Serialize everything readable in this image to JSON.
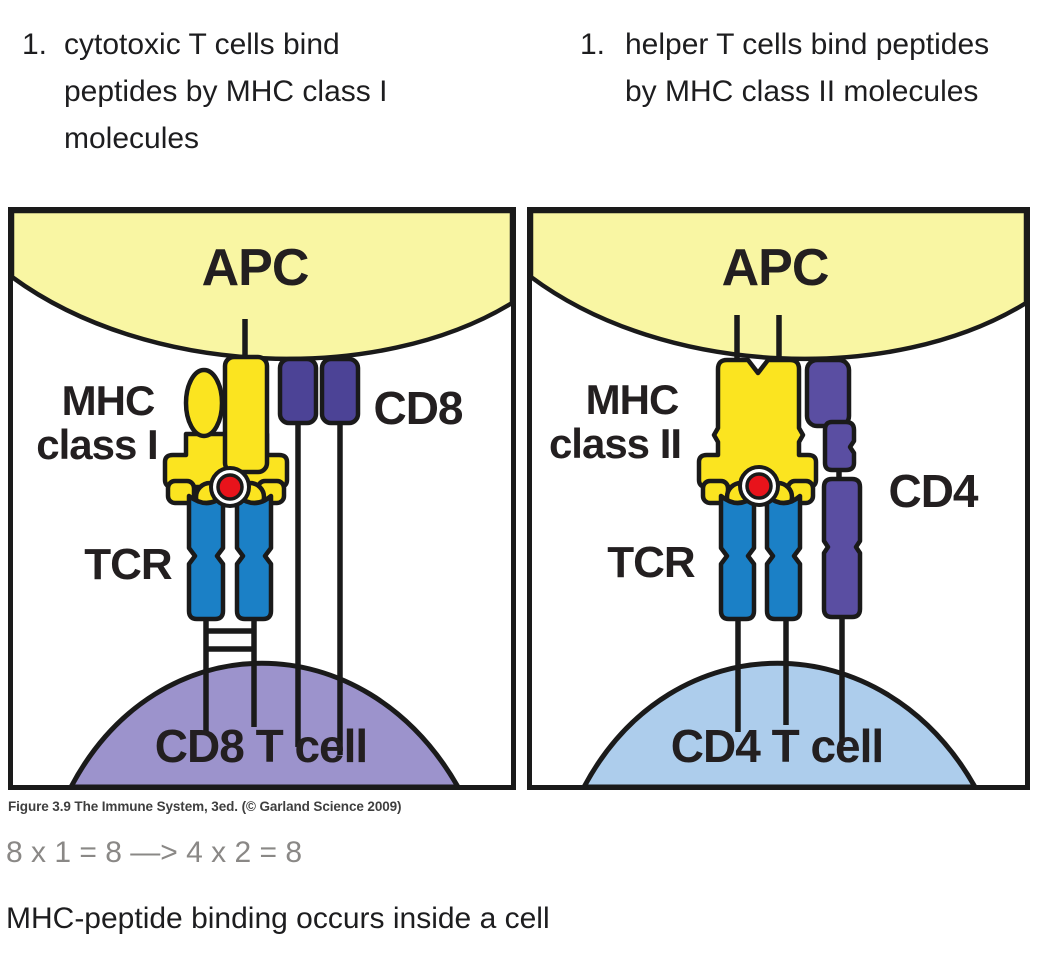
{
  "notes": {
    "left": {
      "marker": "1.",
      "text": "cytotoxic T cells bind peptides by MHC class I molecules"
    },
    "right": {
      "marker": "1.",
      "text": "helper T cells bind peptides by MHC class II molecules"
    }
  },
  "figure": {
    "caption": "Figure 3.9 The Immune System, 3ed. (© Garland Science 2009)",
    "colors": {
      "outline": "#1a1a1a",
      "apc_fill": "#f9f6a3",
      "mhc_yellow": "#fbe420",
      "tcr_blue": "#1b80c6",
      "peptide_red": "#e8131b",
      "cd8_purple": "#4c4396",
      "cd4_purple": "#5a4ea2",
      "cd8_tcell_fill": "#9c93cc",
      "cd4_tcell_fill": "#adcdec",
      "label_color": "#231f20"
    },
    "left_panel": {
      "apc": "APC",
      "mhc_line1": "MHC",
      "mhc_line2": "class I",
      "tcr": "TCR",
      "coreceptor": "CD8",
      "cell": "CD8 T cell"
    },
    "right_panel": {
      "apc": "APC",
      "mhc_line1": "MHC",
      "mhc_line2": "class II",
      "tcr": "TCR",
      "coreceptor": "CD4",
      "cell": "CD4 T cell"
    }
  },
  "annotations": {
    "math_note": "8 x 1 = 8 —> 4 x 2 = 8",
    "conclusion": "MHC-peptide binding occurs inside a cell"
  }
}
